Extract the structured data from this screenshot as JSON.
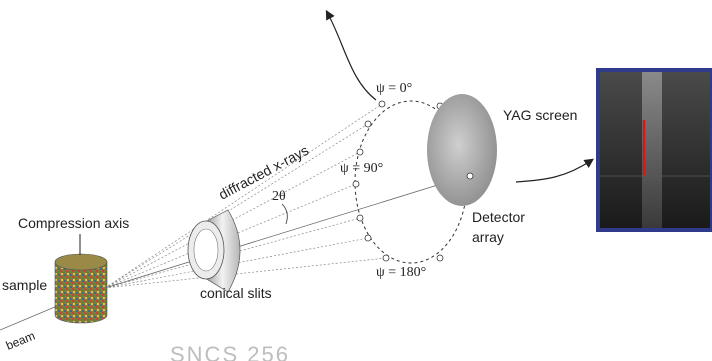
{
  "labels": {
    "compression_axis": "Compression axis",
    "sample": "sample",
    "beam": "beam",
    "conical_slits": "conical slits",
    "diffracted_xrays": "diffracted x-rays",
    "two_theta": "2θ",
    "psi_0": "ψ = 0°",
    "psi_90": "ψ = 90°",
    "psi_180": "ψ = 180°",
    "yag_screen": "YAG screen",
    "detector": "Detector",
    "array": "array",
    "bottom_text": "SNCS 256"
  },
  "colors": {
    "sample_base": "#8a7a3a",
    "yag_disc": "#a9a9a9",
    "detector_frame": "#2f3a8a",
    "detector_stripe": "#d11a1a"
  }
}
